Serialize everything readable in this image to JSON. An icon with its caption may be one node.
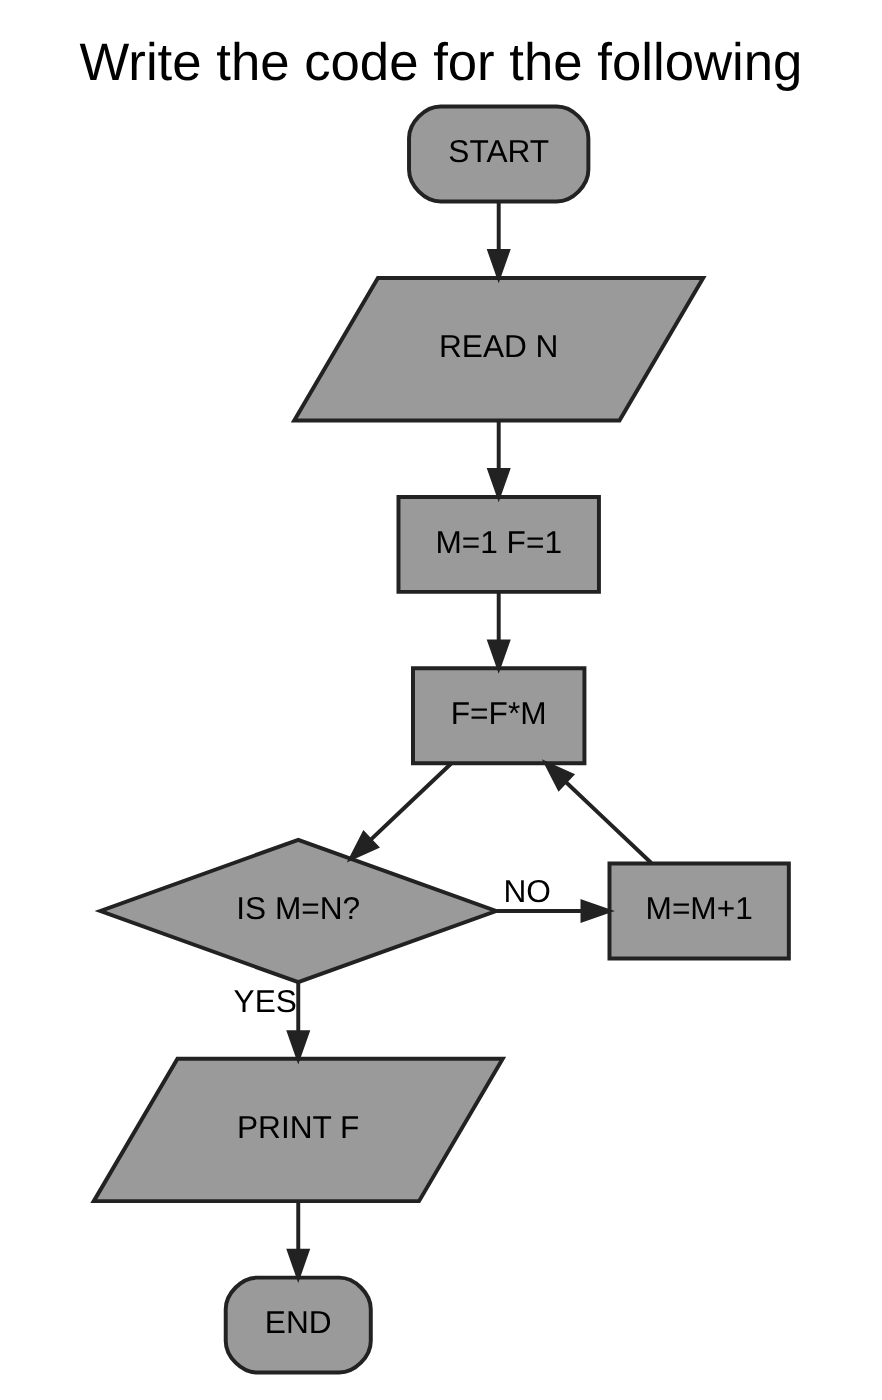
{
  "diagram": {
    "title": "Write the code for the following",
    "nodes": [
      {
        "text": [
          "START"
        ]
      },
      {
        "text": [
          "READ N"
        ]
      },
      {
        "text": [
          "M=1 F=1"
        ]
      },
      {
        "text": [
          "F=F*M"
        ]
      },
      {
        "text": [
          "IS M=N?"
        ]
      },
      {
        "text": [
          "M=M+1"
        ]
      },
      {
        "text": [
          "PRINT F"
        ]
      },
      {
        "text": [
          "END"
        ]
      }
    ],
    "edges": [
      {
        "from": 0,
        "to": 1,
        "arrow": "to"
      },
      {
        "from": 1,
        "to": 2,
        "arrow": "to"
      },
      {
        "from": 2,
        "to": 3,
        "arrow": "to"
      },
      {
        "from": 3,
        "to": 4,
        "arrow": "to"
      },
      {
        "from": 4,
        "to": 5,
        "arrow": "to",
        "label": "NO"
      },
      {
        "from": 5,
        "to": 3,
        "arrow": "to"
      },
      {
        "from": 4,
        "to": 6,
        "arrow": "to",
        "label": "YES"
      },
      {
        "from": 6,
        "to": 7,
        "arrow": "to"
      }
    ]
  }
}
